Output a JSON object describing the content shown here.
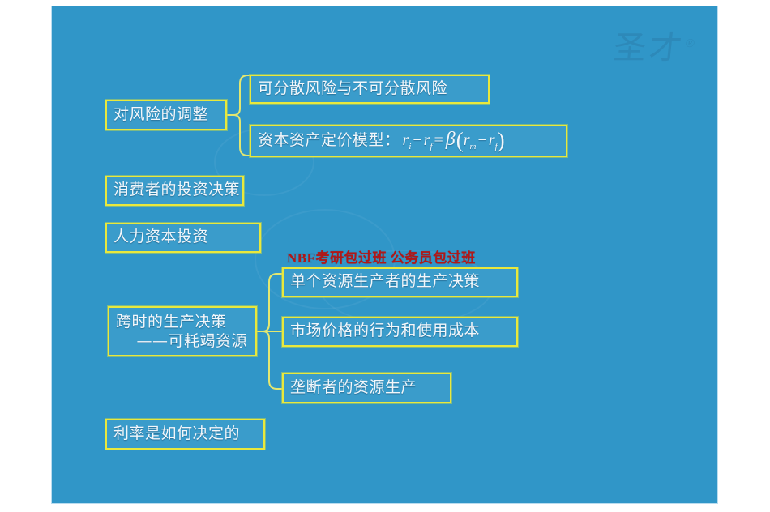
{
  "slide": {
    "background_color": "#3096c8",
    "node_border_color": "#e9e83c",
    "node_fill_color": "#3a9ccb",
    "node_text_color": "#f2f7fb",
    "ad_text_color": "#b01818"
  },
  "watermarks": {
    "brand": "圣才",
    "brand_mark": "®",
    "advertisement": "NBF考研包过班 公务员包过班"
  },
  "nodes": {
    "risk_adjustment": "对风险的调整",
    "diversifiable_risk": "可分散风险与不可分散风险",
    "capm_label": "资本资产定价模型：",
    "capm_formula": {
      "lhs_var": "r",
      "lhs_sub1": "i",
      "minus": "−",
      "lhs_var2": "r",
      "lhs_sub2": "f",
      "equals": "=",
      "beta": "β",
      "open_paren": "(",
      "rhs_var1": "r",
      "rhs_sub1": "m",
      "rhs_var2": "r",
      "rhs_sub2": "f",
      "close_paren": ")",
      "plain": "r_i − r_f = β(r_m − r_f)"
    },
    "consumer_investment": "消费者的投资决策",
    "human_capital": "人力资本投资",
    "intertemporal_production_line1": "跨时的生产决策",
    "intertemporal_production_line2": "——可耗竭资源",
    "single_producer": "单个资源生产者的生产决策",
    "market_price_behavior": "市场价格的行为和使用成本",
    "monopolist_production": "垄断者的资源生产",
    "interest_rate": "利率是如何决定的"
  }
}
